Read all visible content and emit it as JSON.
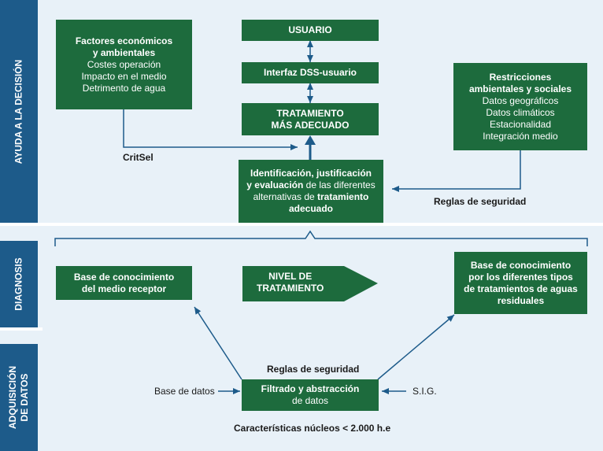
{
  "bands": {
    "decision": "AYUDA A LA DECISIÓN",
    "diagnosis": "DIAGNOSIS",
    "acquisition_line1": "ADQUISICIÓN",
    "acquisition_line2": "DE DATOS"
  },
  "boxes": {
    "factores": {
      "title_line1": "Factores económicos",
      "title_line2": "y ambientales",
      "items": [
        "Costes operación",
        "Impacto en el medio",
        "Detrimento de agua"
      ]
    },
    "usuario": "USUARIO",
    "interfaz": "Interfaz DSS-usuario",
    "tratamiento_line1": "TRATAMIENTO",
    "tratamiento_line2": "MÁS ADECUADO",
    "restricciones": {
      "title_line1": "Restricciones",
      "title_line2": "ambientales y sociales",
      "items": [
        "Datos geográficos",
        "Datos climáticos",
        "Estacionalidad",
        "Integración medio"
      ]
    },
    "identificacion": {
      "line1": "Identificación, justificación",
      "line2_bold1": "y evaluación",
      "line2_normal": " de las diferentes",
      "line3_normal": "alternativas de ",
      "line3_bold": "tratamiento",
      "line4": "adecuado"
    },
    "base_medio_line1": "Base de conocimiento",
    "base_medio_line2": "del medio receptor",
    "nivel_line1": "NIVEL DE",
    "nivel_line2": "TRATAMIENTO",
    "base_tipos_line1": "Base de conocimiento",
    "base_tipos_line2": "por los diferentes tipos",
    "base_tipos_line3": "de tratamientos de aguas",
    "base_tipos_line4": "residuales",
    "filtrado_line1": "Filtrado y abstracción",
    "filtrado_line2": "de datos"
  },
  "labels": {
    "critsel": "CritSel",
    "reglas_top": "Reglas de seguridad",
    "reglas_bottom": "Reglas de seguridad",
    "base_datos": "Base de datos",
    "sig": "S.I.G.",
    "caracteristicas": "Características núcleos < 2.000 h.e"
  },
  "colors": {
    "band": "#1d5b8a",
    "box": "#1d6b3d",
    "arrow": "#1d5b8a",
    "background": "#e8f1f8"
  }
}
